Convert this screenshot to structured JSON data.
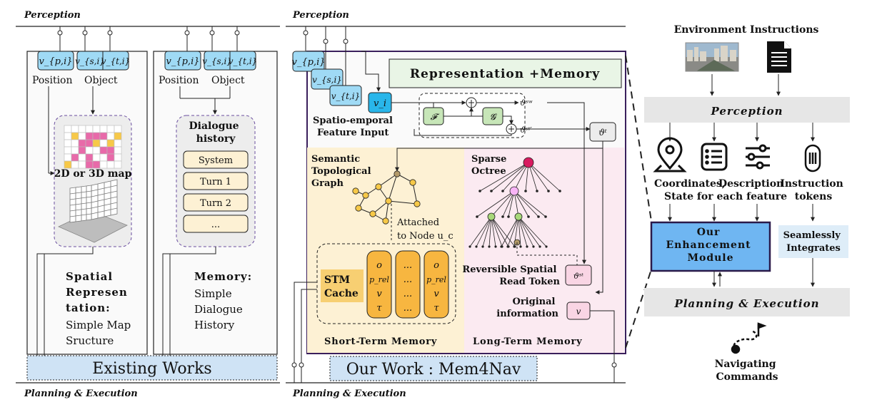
{
  "labels": {
    "perception": "Perception",
    "planning_execution": "Planning & Execution"
  },
  "existing": {
    "spatial": {
      "tokens": [
        "v_{p,i}",
        "v_{s,i}",
        "v_{t,i}"
      ],
      "position": "Position",
      "object": "Object",
      "map_label": "2D or 3D map",
      "title_lines": [
        "Spatial",
        "Represen",
        "tation:"
      ],
      "desc_lines": [
        "Simple Map",
        "Sructure"
      ]
    },
    "memory": {
      "position": "Position",
      "object": "Object",
      "dialogue_title": [
        "Dialogue",
        "history"
      ],
      "turns": [
        "System",
        "Turn 1",
        "Turn 2",
        "..."
      ],
      "title": "Memory:",
      "desc_lines": [
        "Simple",
        "Dialogue",
        "History"
      ]
    },
    "footer": "Existing Works"
  },
  "ours": {
    "rep_memory_title": "Representation +Memory",
    "feature_input": [
      "Spatio-emporal",
      "Feature Input"
    ],
    "v_i": "v_i",
    "F": "𝓕",
    "G": "𝓖",
    "theta_w": "ϑˢʷ",
    "theta_tau_prime": "ϑˢᵗ′",
    "theta_tau": "ϑᵗ",
    "stg": [
      "Semantic",
      "Topological",
      "Graph"
    ],
    "attached": [
      "Attached",
      "to Node u_c"
    ],
    "octree": [
      "Sparse",
      "Octree"
    ],
    "stm_cache": [
      "STM",
      "Cache"
    ],
    "stm_entries": [
      [
        "o",
        "p_rel",
        "v",
        "τ"
      ],
      [
        "...",
        "...",
        "...",
        "..."
      ],
      [
        "o",
        "p_rel",
        "v",
        "τ"
      ]
    ],
    "read_token": [
      "Reversible Spatial",
      "Read Token"
    ],
    "read_symbol": "ϑˢᵗ",
    "original_info": [
      "Original",
      "information"
    ],
    "v": "v",
    "stm_title": "Short-Term Memory",
    "ltm_title": "Long-Term Memory",
    "footer": "Our Work : Mem4Nav"
  },
  "right": {
    "env_instructions": "Environment Instructions",
    "perception": "Perception",
    "features": [
      "Coordinates,",
      "Description"
    ],
    "features2": "State for each feature",
    "instruction_tokens": [
      "Instruction",
      "tokens"
    ],
    "module": [
      "Our",
      "Enhancement",
      "Module"
    ],
    "seamless": [
      "Seamlessly",
      "Integrates"
    ],
    "planning": "Planning & Execution",
    "navigating": [
      "Navigating",
      "Commands"
    ]
  },
  "colors": {
    "token_blue": "#9fdaf5",
    "token_dark": "#29b6ea",
    "stm_bg": "#fdf1d4",
    "ltm_bg": "#fbeaf1",
    "green_box": "#e9f5e6",
    "footer_blue": "#cfe3f5",
    "module_blue": "#6fb6f2",
    "gray_band": "#e6e6e6",
    "orange_pill": "#f7b640",
    "octree_root": "#d81b60",
    "octree_mid": "#f8b4f6",
    "octree_green": "#a8d87a",
    "graph_yellow": "#f7c948"
  }
}
